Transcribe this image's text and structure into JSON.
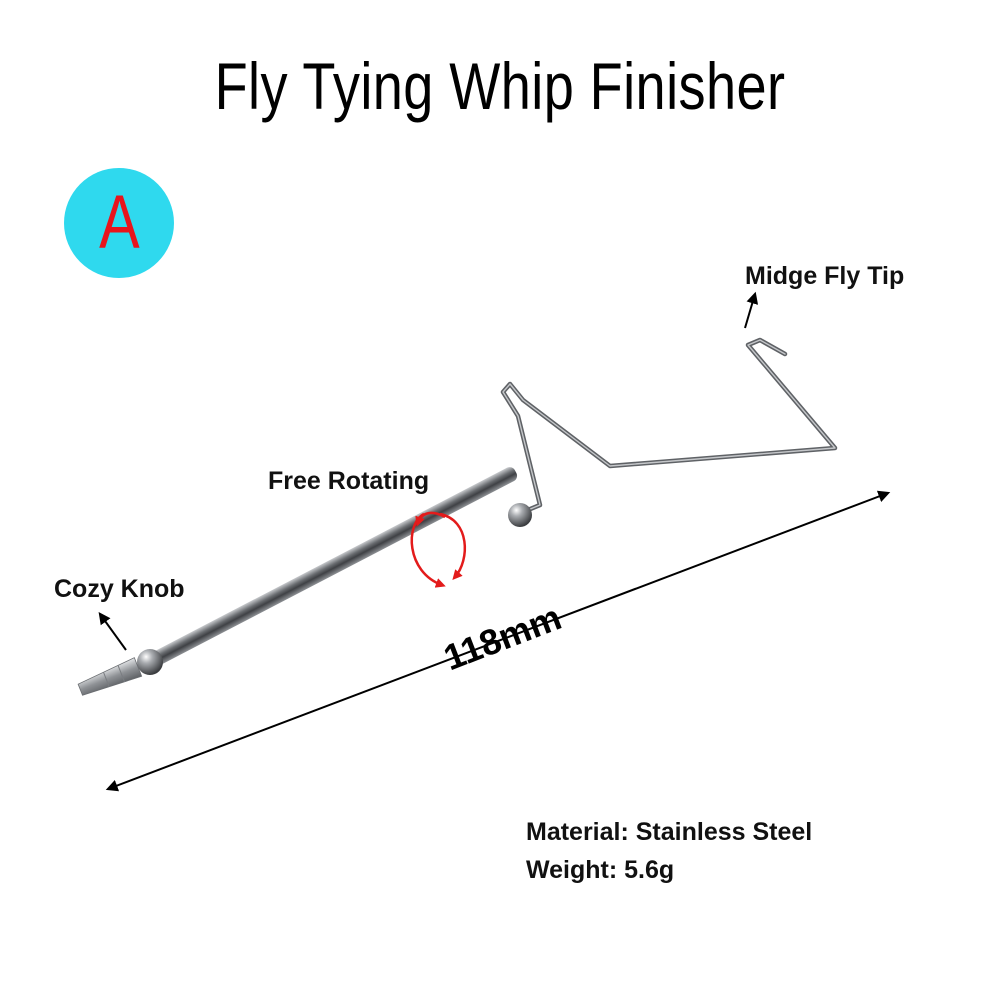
{
  "title": "Fly Tying Whip Finisher",
  "badge": {
    "letter": "A",
    "background": "#2fd9ee",
    "color": "#e8141c"
  },
  "labels": {
    "tip": "Midge Fly Tip",
    "rotating": "Free Rotating",
    "knob": "Cozy Knob",
    "dimension": "118mm"
  },
  "specs": {
    "material": "Material: Stainless Steel",
    "weight": "Weight: 5.6g"
  },
  "colors": {
    "rotation_arrow": "#e31b1b",
    "steel": "#6e7175"
  }
}
